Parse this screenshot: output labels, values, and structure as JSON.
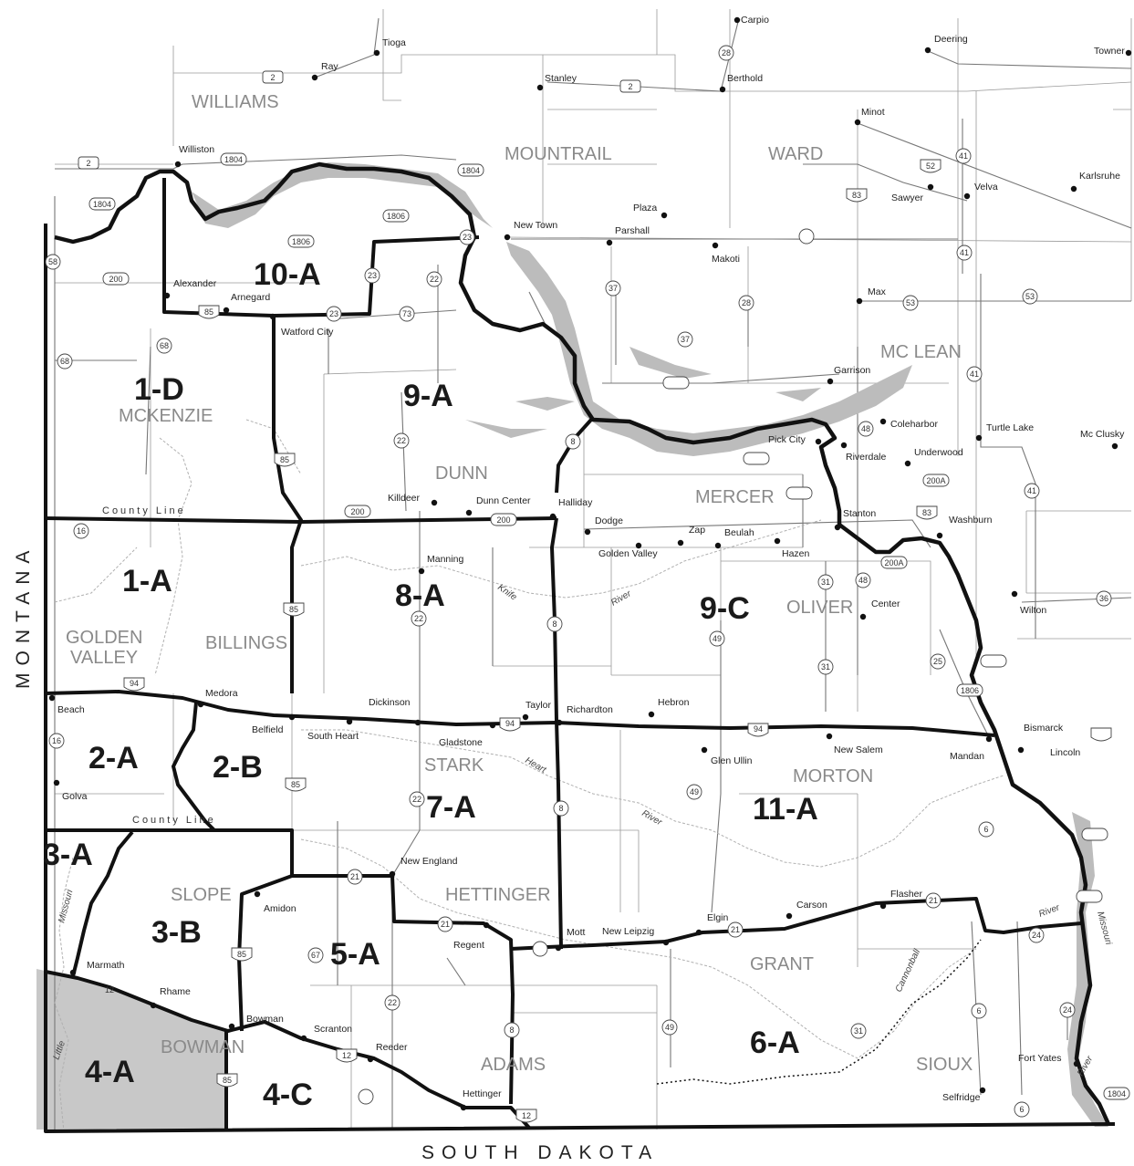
{
  "state_labels": {
    "west": "MONTANA",
    "south": "SOUTH DAKOTA"
  },
  "units": [
    {
      "id": "10-A",
      "label": "10-A"
    },
    {
      "id": "1-D",
      "label": "1-D"
    },
    {
      "id": "9-A",
      "label": "9-A"
    },
    {
      "id": "1-A",
      "label": "1-A"
    },
    {
      "id": "8-A",
      "label": "8-A"
    },
    {
      "id": "9-C",
      "label": "9-C"
    },
    {
      "id": "2-A",
      "label": "2-A"
    },
    {
      "id": "2-B",
      "label": "2-B"
    },
    {
      "id": "7-A",
      "label": "7-A"
    },
    {
      "id": "11-A",
      "label": "11-A"
    },
    {
      "id": "3-A",
      "label": "3-A"
    },
    {
      "id": "3-B",
      "label": "3-B"
    },
    {
      "id": "5-A",
      "label": "5-A"
    },
    {
      "id": "4-A",
      "label": "4-A"
    },
    {
      "id": "4-C",
      "label": "4-C"
    },
    {
      "id": "6-A",
      "label": "6-A"
    }
  ],
  "counties": [
    "WILLIAMS",
    "MOUNTRAIL",
    "WARD",
    "MCKENZIE",
    "MC LEAN",
    "DUNN",
    "MERCER",
    "OLIVER",
    "GOLDEN",
    "VALLEY",
    "BILLINGS",
    "STARK",
    "MORTON",
    "SLOPE",
    "HETTINGER",
    "GRANT",
    "BOWMAN",
    "ADAMS",
    "SIOUX"
  ],
  "towns": [
    "Tioga",
    "Ray",
    "Carpio",
    "Deering",
    "Towner",
    "Stanley",
    "Berthold",
    "Minot",
    "Williston",
    "Velva",
    "Karlsruhe",
    "Sawyer",
    "Plaza",
    "New Town",
    "Parshall",
    "Makoti",
    "Alexander",
    "Arnegard",
    "Watford City",
    "Max",
    "Garrison",
    "Coleharbor",
    "Turtle Lake",
    "Mc Clusky",
    "Pick City",
    "Riverdale",
    "Underwood",
    "Killdeer",
    "Dunn Center",
    "Halliday",
    "Dodge",
    "Zap",
    "Beulah",
    "Hazen",
    "Stanton",
    "Washburn",
    "Manning",
    "Golden Valley",
    "Center",
    "Wilton",
    "Beach",
    "Medora",
    "Belfield",
    "South Heart",
    "Dickinson",
    "Gladstone",
    "Taylor",
    "Richardton",
    "Hebron",
    "Glen Ullin",
    "New Salem",
    "Mandan",
    "Bismarck",
    "Lincoln",
    "Golva",
    "New England",
    "Amidon",
    "Regent",
    "Mott",
    "New Leipzig",
    "Elgin",
    "Carson",
    "Flasher",
    "Marmath",
    "Rhame",
    "Bowman",
    "Scranton",
    "Reeder",
    "Hettinger",
    "Fort Yates",
    "Selfridge"
  ],
  "highways": [
    "2",
    "2",
    "2",
    "1804",
    "1804",
    "1804",
    "1806",
    "1806",
    "23",
    "23",
    "23",
    "200",
    "200",
    "200",
    "85",
    "85",
    "85",
    "85",
    "85",
    "85",
    "58",
    "68",
    "68",
    "73",
    "22",
    "22",
    "22",
    "22",
    "22",
    "37",
    "37",
    "28",
    "28",
    "52",
    "41",
    "41",
    "41",
    "41",
    "53",
    "53",
    "83",
    "83",
    "8",
    "8",
    "8",
    "8",
    "48",
    "48",
    "200A",
    "200A",
    "31",
    "31",
    "31",
    "49",
    "49",
    "49",
    "25",
    "36",
    "1806",
    "94",
    "94",
    "94",
    "16",
    "16",
    "21",
    "21",
    "21",
    "21",
    "67",
    "12",
    "12",
    "12",
    "6",
    "6",
    "6",
    "24",
    "24",
    "1804"
  ],
  "line_labels": {
    "county_line": "County Line"
  },
  "rivers": [
    "Knife",
    "River",
    "Heart",
    "River",
    "Missouri",
    "River",
    "Missouri",
    "River",
    "Cannonball",
    "Little",
    "River"
  ],
  "colors": {
    "boundary": "#111111",
    "lake": "#bcbcbc",
    "unit_4a_fill": "#c8c8c8",
    "roads": "#777777"
  }
}
